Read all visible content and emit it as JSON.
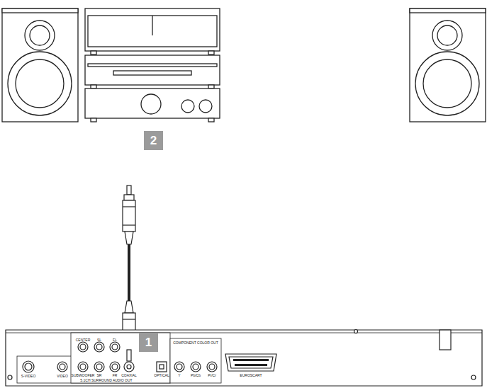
{
  "diagram": {
    "labels": [
      "2",
      "1",
      "CENTER",
      "SL",
      "FL",
      "SUBWOOFER",
      "SR",
      "FR",
      "COAXIAL",
      "5.1CH SURROUND AUDIO OUT",
      "S-VIDEO",
      "VIDEO",
      "OPTICAL",
      "COMPONENT COLOR OUT",
      "Y",
      "Pb/Cb",
      "Pr/Cr",
      "EUROSCART"
    ]
  }
}
